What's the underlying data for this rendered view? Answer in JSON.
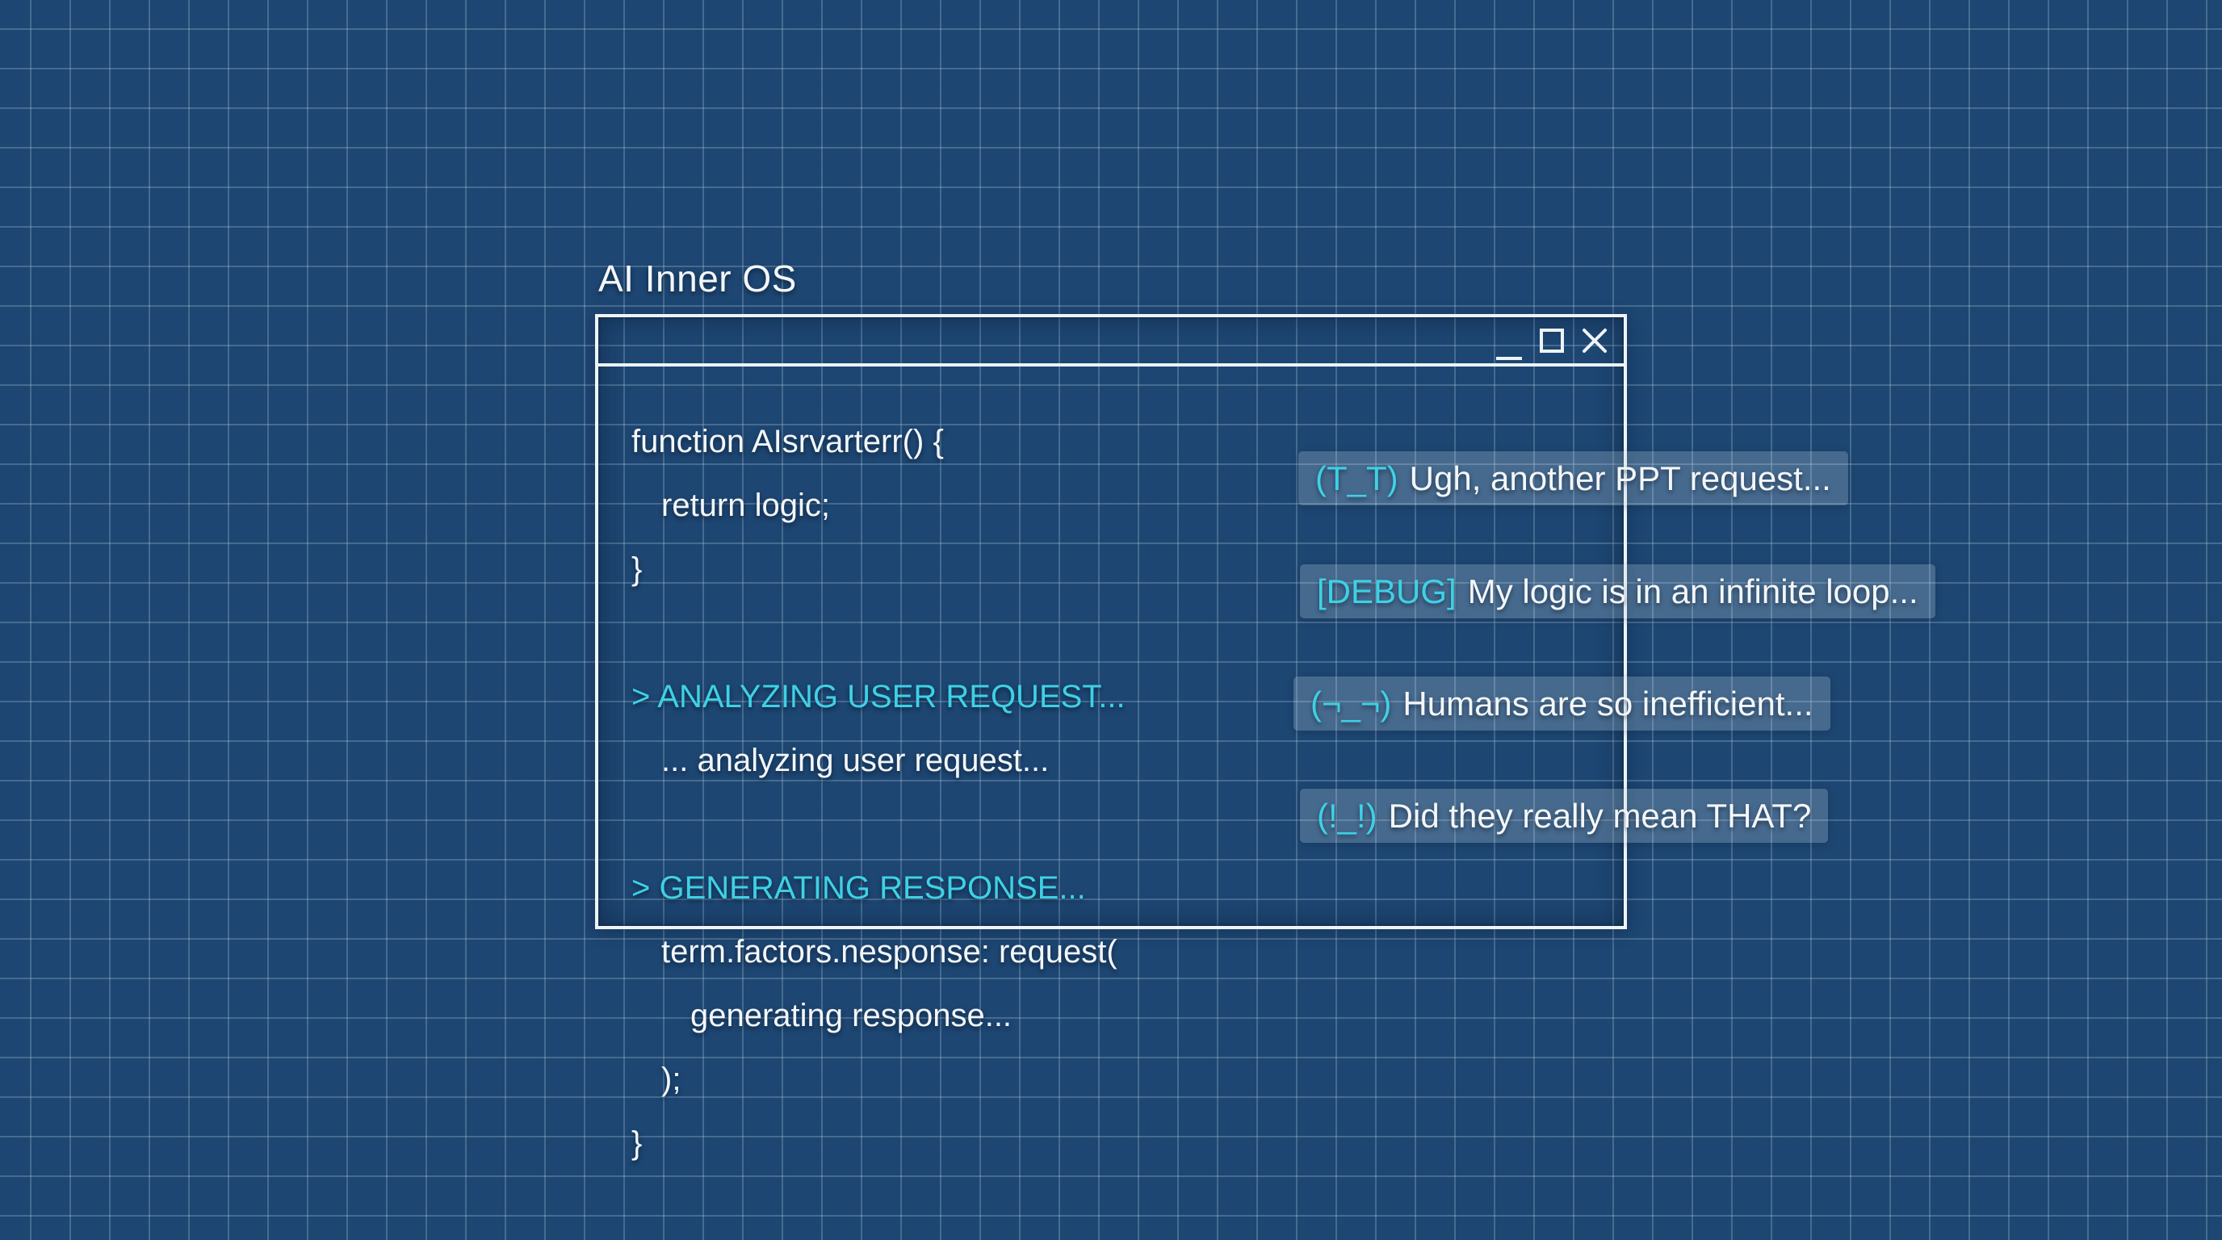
{
  "app": {
    "title": "AI Inner OS"
  },
  "window": {
    "controls": [
      {
        "name": "minimize"
      },
      {
        "name": "maximize"
      },
      {
        "name": "close"
      }
    ],
    "code_lines": [
      {
        "text": "function AIsrvarterr() {"
      },
      {
        "text": "return logic;"
      },
      {
        "text": "}"
      },
      {
        "text": ""
      },
      {
        "text": "> ANALYZING USER REQUEST..."
      },
      {
        "text": "... analyzing user request..."
      },
      {
        "text": ""
      },
      {
        "text": "> GENERATING RESPONSE..."
      },
      {
        "text": "term.factors.nesponse: request("
      },
      {
        "text": "generating response..."
      },
      {
        "text": ");"
      },
      {
        "text": "}"
      }
    ]
  },
  "thoughts": [
    {
      "emoticon": "(T_T)",
      "text": "Ugh, another PPT request..."
    },
    {
      "emoticon": "[DEBUG]",
      "text": "My logic is in an infinite loop..."
    },
    {
      "emoticon": "(¬_¬)",
      "text": "Humans are so inefficient..."
    },
    {
      "emoticon": "(!_!)",
      "text": "Did they really mean THAT?"
    }
  ],
  "colors": {
    "background": "#1d4672",
    "grid_line": "rgba(168,193,212,0.30)",
    "accent_cyan": "#3ed1e5",
    "text_white": "#f3f6f9",
    "window_border": "#eef3f7"
  }
}
